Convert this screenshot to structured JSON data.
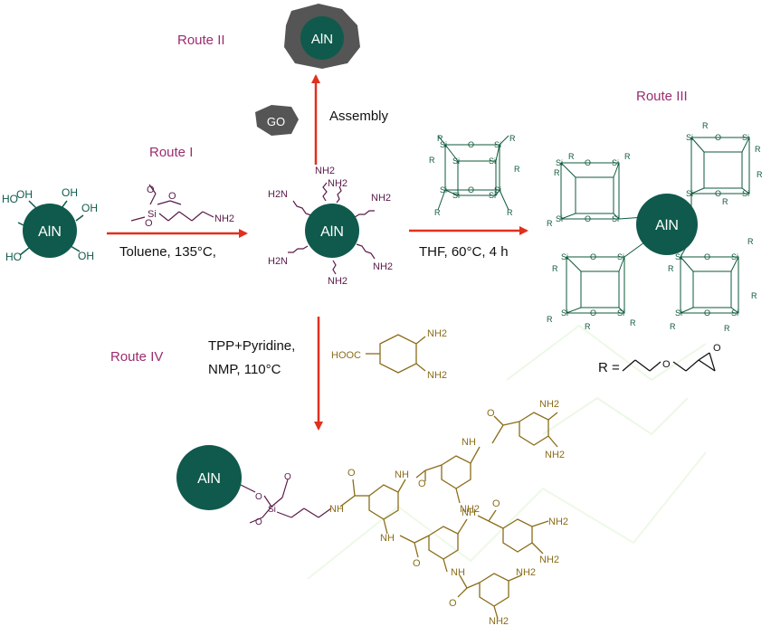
{
  "routes": {
    "route1": "Route I",
    "route2": "Route II",
    "route3": "Route III",
    "route4": "Route IV"
  },
  "conditions": {
    "assembly": "Assembly",
    "route1_solvent": "Toluene, 135°C,",
    "route3": "THF, 60°C, 4 h",
    "route4_line1": "TPP+Pyridine,",
    "route4_line2": "NMP, 110°C"
  },
  "particles": {
    "core_label": "AlN",
    "go_label": "GO"
  },
  "groups": {
    "oh": "OH",
    "ho": "HO",
    "nh2": "NH2",
    "h2n": "H2N",
    "hooc": "HOOC",
    "nh": "NH",
    "si": "Si",
    "o": "O",
    "r": "R"
  },
  "legend": {
    "r_def": "R ="
  },
  "colors": {
    "particle": "#0f5a4c",
    "arrow": "#e0301e",
    "route_label": "#9b2d6e",
    "amide": "#8a6d1a",
    "silane": "#5a1a4a",
    "go": "#555555",
    "cage": "#0e5a3a"
  }
}
